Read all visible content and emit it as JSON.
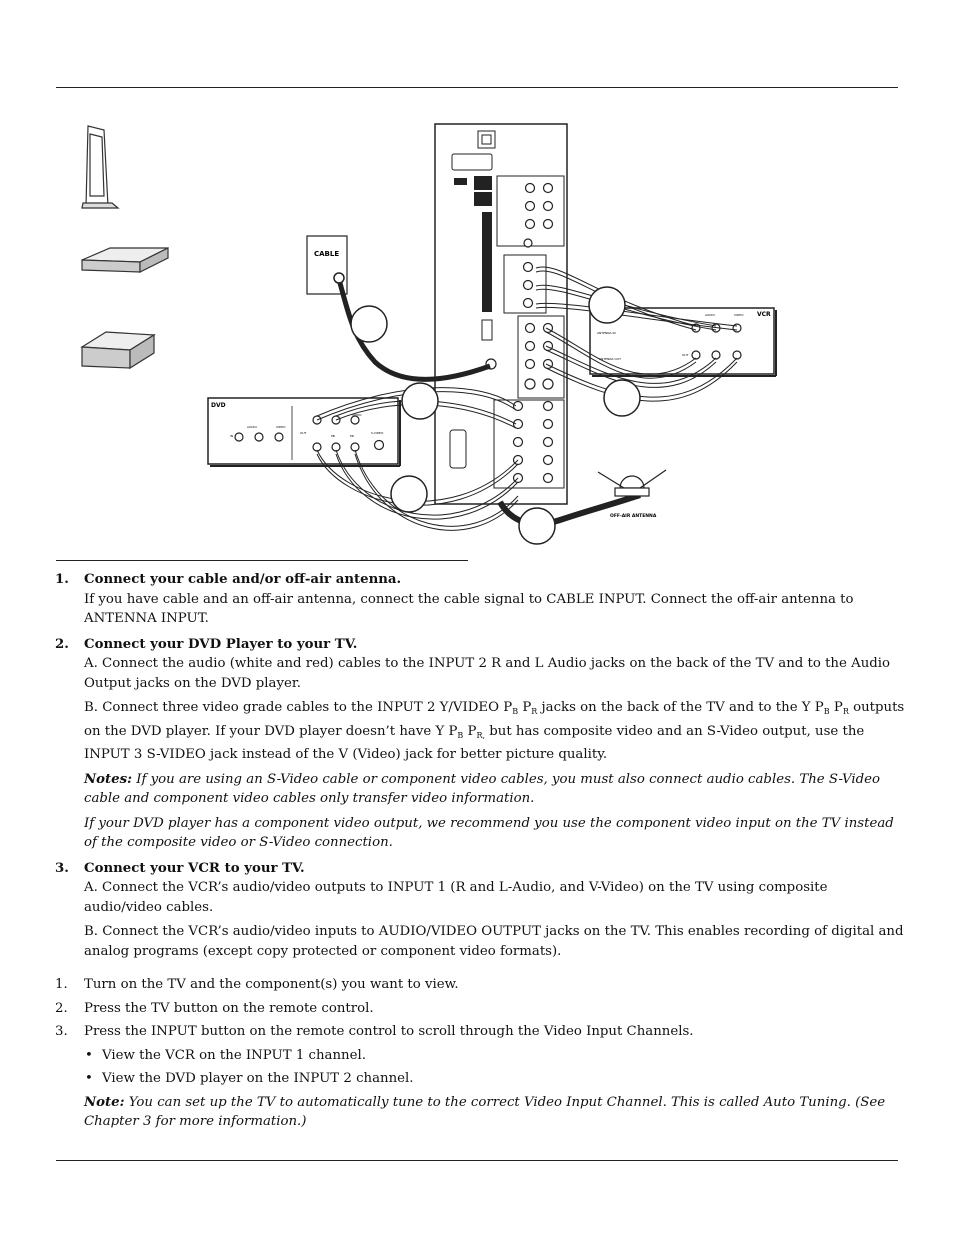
{
  "diagram": {
    "labels": {
      "cable": "CABLE",
      "dvd": "DVD",
      "vcr": "VCR",
      "off_air_antenna": "OFF-AIR ANTENNA",
      "dvd_jacks": {
        "in": "IN",
        "audio": "AUDIO",
        "l": "L",
        "video": "VIDEO",
        "out": "OUT",
        "pb": "PB",
        "pr": "PR",
        "s_video": "S-VIDEO",
        "r": "R"
      },
      "vcr_jacks": {
        "r": "R",
        "audio": "AUDIO",
        "l": "L",
        "video": "VIDEO",
        "out": "OUT",
        "antenna_in": "ANTENNA IN",
        "antenna_out": "ANTENNA OUT"
      }
    }
  },
  "steps": [
    {
      "num": "1.",
      "head": "Connect your cable and/or off-air antenna.",
      "paras": [
        "If you have cable and an off-air antenna, connect the cable signal to CABLE INPUT. Connect the off-air antenna to ANTENNA INPUT."
      ]
    },
    {
      "num": "2.",
      "head": "Connect your DVD Player to your TV.",
      "a": "A. Connect the audio (white and red) cables to the INPUT 2 R and L Audio jacks on the back of the TV and to the Audio Output jacks on the DVD player.",
      "b1": "B. Connect three video grade cables to the INPUT 2 Y/VIDEO P",
      "b_sub_b": "B",
      "b_p": " P",
      "b_sub_r": "R",
      "b2": " jacks on the back of the TV and to the Y P",
      "b3": " outputs on the DVD player. If your DVD player doesn’t have Y P",
      "b_sub_r2": "R,",
      "b4": " but has composite video and an S-Video output, use the INPUT 3 S-VIDEO jack instead of the V (Video) jack for better picture quality.",
      "notes_label": "Notes:",
      "notes_text": " If you are using an S-Video cable or component video cables, you must also connect audio cables. The S-Video cable and component video cables only transfer video information.",
      "notes2": "If your DVD player has a component video output, we recommend you use the component video input on the TV instead of the composite video or S-Video connection."
    },
    {
      "num": "3.",
      "head": "Connect your VCR to your TV.",
      "a": "A. Connect the VCR’s audio/video outputs to INPUT 1 (R and L-Audio, and V-Video) on the TV using composite audio/video cables.",
      "b": "B. Connect the VCR’s audio/video inputs to AUDIO/VIDEO OUTPUT jacks on the TV. This enables recording of digital and analog programs (except copy protected or component video formats)."
    }
  ],
  "view": {
    "items": [
      {
        "num": "1.",
        "text": "Turn on the TV and the component(s) you want to view."
      },
      {
        "num": "2.",
        "text": "Press the TV button on the remote control."
      },
      {
        "num": "3.",
        "text": "Press the INPUT button on the remote control to scroll through the Video Input Channels."
      }
    ],
    "bullets": [
      "View the VCR on the INPUT 1 channel.",
      "View the DVD player on the INPUT 2 channel."
    ],
    "bullet_char": "•",
    "note_label": "Note:",
    "note_text": " You can set up the TV to automatically tune to the correct Video Input Channel. This is called Auto Tuning. (See Chapter 3 for more information.)"
  }
}
